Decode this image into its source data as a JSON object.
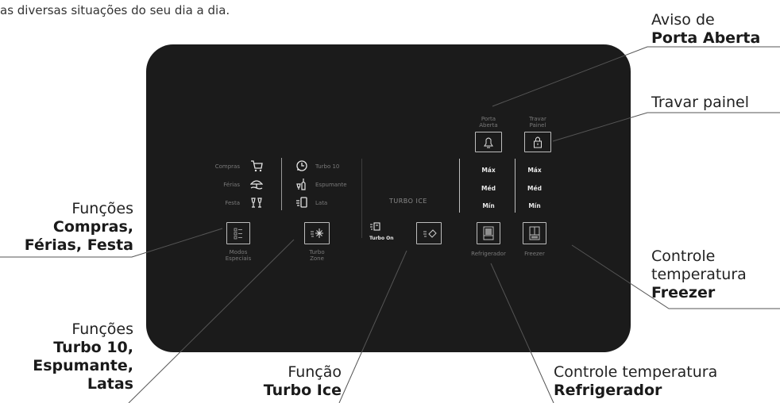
{
  "intro_text": "as diversas situações do seu dia a dia.",
  "callouts": {
    "porta_aberta": {
      "line1": "Aviso de",
      "line2": "Porta Aberta"
    },
    "travar": {
      "line1": "Travar painel"
    },
    "funcoes_modos": {
      "line1": "Funções",
      "line2": "Compras,",
      "line3": "Férias, Festa"
    },
    "freezer": {
      "line1": "Controle",
      "line2": "temperatura",
      "line3": "Freezer"
    },
    "funcoes_turbo": {
      "line1": "Funções",
      "line2": "Turbo 10,",
      "line3": "Espumante,",
      "line4": "Latas"
    },
    "turbo_ice": {
      "line1": "Função",
      "line2": "Turbo Ice"
    },
    "refrigerador": {
      "line1": "Controle temperatura",
      "line2": "Refrigerador"
    }
  },
  "panel": {
    "modes": [
      "Compras",
      "Férias",
      "Festa"
    ],
    "turbo_modes": [
      "Turbo 10",
      "Espumante",
      "Lata"
    ],
    "turbo_ice_title": "TURBO ICE",
    "turbo_on": "Turbo On",
    "levels": [
      "Máx",
      "Méd",
      "Mín"
    ],
    "buttons": {
      "modos": "Modos\nEspeciais",
      "turbo_zone": "Turbo\nZone",
      "refrigerador": "Refrigerador",
      "freezer": "Freezer",
      "porta_aberta": "Porta\nAberta",
      "travar": "Travar\nPainel"
    }
  },
  "icons": [
    "cart-icon",
    "beach-umbrella-icon",
    "party-glasses-icon",
    "timer-icon",
    "bottle-icon",
    "can-icon",
    "list-icon",
    "snowflake-icon",
    "ice-icon",
    "fridge-icon",
    "freezer-icon",
    "bell-icon",
    "lock-icon"
  ]
}
